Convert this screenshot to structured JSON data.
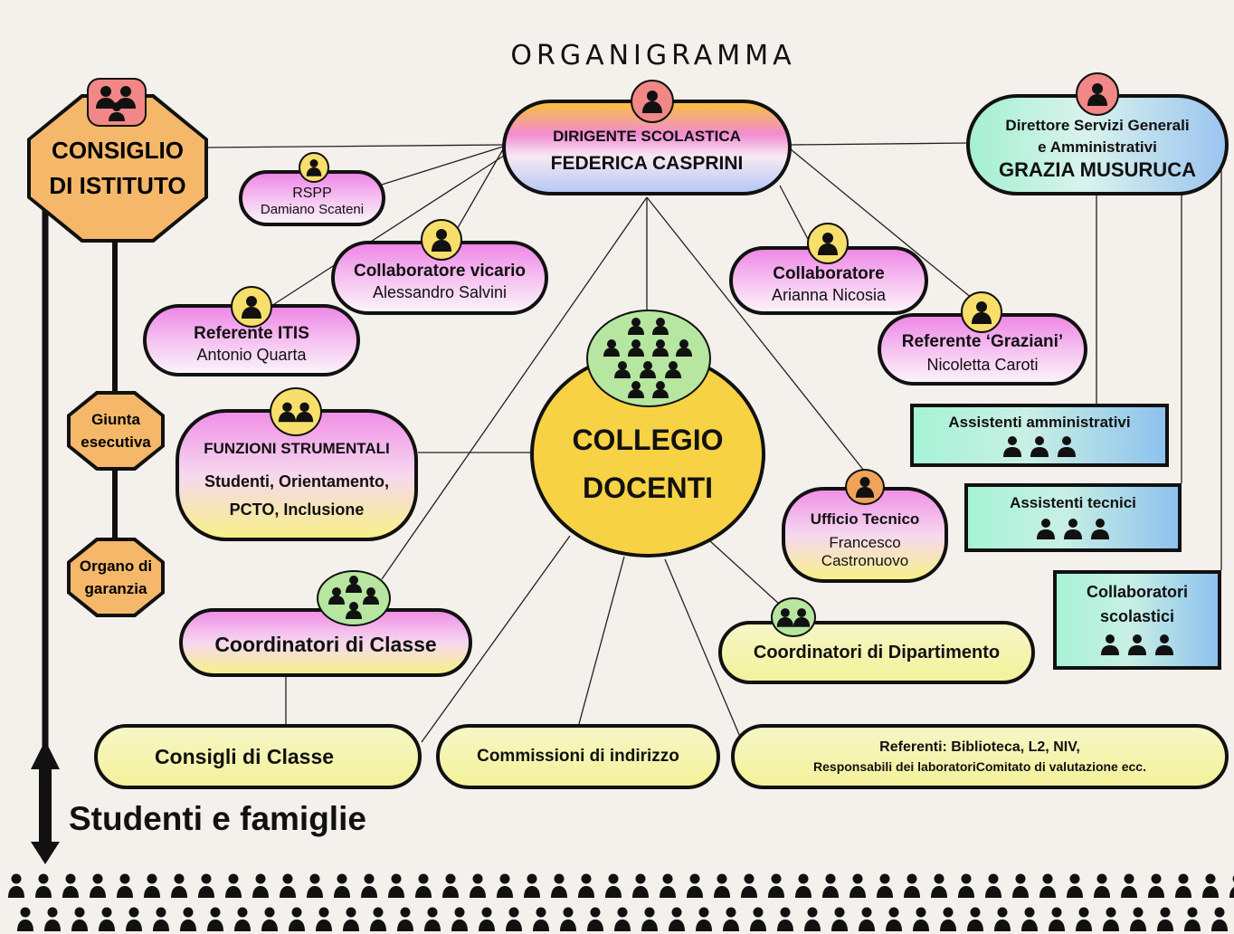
{
  "title": "ORGANIGRAMMA",
  "colors": {
    "background": "#f4f0eb",
    "stroke": "#111111",
    "orange": "#f5b86a",
    "yellow": "#f8df6c",
    "pink": "#ee88e6",
    "green": "#b6e6a0",
    "teal": "#a6f2d6",
    "blue": "#8ec2ee",
    "red_icon": "#f28787"
  },
  "consiglio_istituto": {
    "line1": "CONSIGLIO",
    "line2": "DI ISTITUTO",
    "icon": "group-icon"
  },
  "giunta": {
    "line1": "Giunta",
    "line2": "esecutiva"
  },
  "organo": {
    "line1": "Organo di",
    "line2": "garanzia"
  },
  "dirigente": {
    "role": "DIRIGENTE SCOLASTICA",
    "name": "FEDERICA CASPRINI",
    "icon": "person-icon"
  },
  "dsga": {
    "role_line1": "Direttore Servizi Generali",
    "role_line2": "e Amministrativi",
    "name": "GRAZIA MUSURUCA",
    "icon": "person-icon"
  },
  "rspp": {
    "role": "RSPP",
    "name": "Damiano Scateni"
  },
  "vicario": {
    "role": "Collaboratore vicario",
    "name": "Alessandro Salvini"
  },
  "referente_itis": {
    "role": "Referente ITIS",
    "name": "Antonio Quarta"
  },
  "collaboratore": {
    "role": "Collaboratore",
    "name": "Arianna Nicosia"
  },
  "referente_graziani": {
    "role": "Referente ‘Graziani’",
    "name": "Nicoletta Caroti"
  },
  "funzioni": {
    "title": "FUNZIONI STRUMENTALI",
    "line1": "Studenti, Orientamento,",
    "line2": "PCTO, Inclusione"
  },
  "collegio": {
    "line1": "COLLEGIO",
    "line2": "DOCENTI"
  },
  "ufficio_tecnico": {
    "role": "Ufficio Tecnico",
    "name_line1": "Francesco",
    "name_line2": "Castronuovo"
  },
  "coordinatori_classe": {
    "label": "Coordinatori di Classe"
  },
  "coordinatori_dipartimento": {
    "label": "Coordinatori di Dipartimento"
  },
  "assistenti_amministrativi": {
    "label": "Assistenti amministrativi"
  },
  "assistenti_tecnici": {
    "label": "Assistenti tecnici"
  },
  "collaboratori_scolastici": {
    "line1": "Collaboratori",
    "line2": "scolastici"
  },
  "consigli_classe": {
    "label": "Consigli di Classe"
  },
  "commissioni": {
    "label": "Commissioni di indirizzo"
  },
  "referenti": {
    "line1": "Referenti: Biblioteca, L2, NIV,",
    "line2": "Responsabili dei laboratoriComitato di valutazione ecc."
  },
  "studenti": {
    "label": "Studenti e famiglie"
  }
}
